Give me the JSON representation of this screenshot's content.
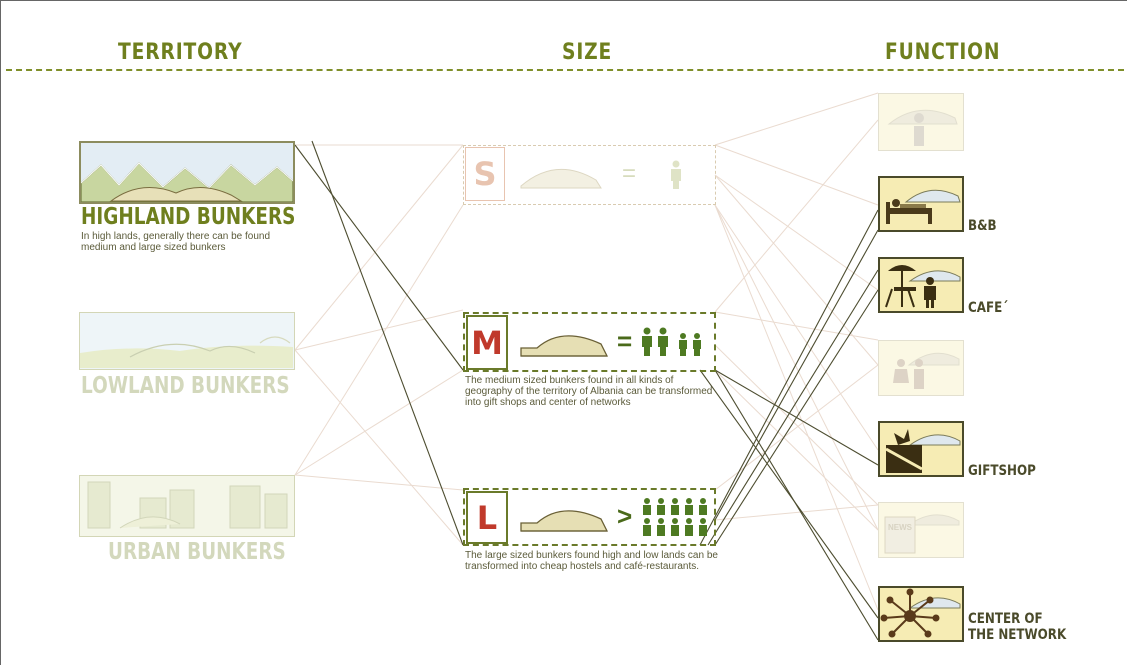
{
  "headers": {
    "territory": "TERRITORY",
    "size": "SIZE",
    "function": "FUNCTION"
  },
  "territory": {
    "highland": {
      "title": "HIGHLAND BUNKERS",
      "desc": "In high lands, generally there can be found medium and large sized bunkers"
    },
    "lowland": {
      "title": "LOWLAND BUNKERS"
    },
    "urban": {
      "title": "URBAN BUNKERS"
    }
  },
  "size": {
    "s": {
      "letter": "S",
      "op": "="
    },
    "m": {
      "letter": "M",
      "op": "=",
      "desc": "The medium sized bunkers found in all kinds of geography of the territory of Albania can be transformed into gift shops and center of networks"
    },
    "l": {
      "letter": "L",
      "op": ">",
      "desc": "The large sized bunkers found high and low lands  can be transformed into cheap hostels and café-restaurants."
    }
  },
  "function": {
    "bnb": "B&B",
    "cafe": "CAFE´",
    "giftshop": "GIFTSHOP",
    "center_line1": "CENTER OF",
    "center_line2": "THE NETWORK",
    "news_sign": "NEWS"
  },
  "colors": {
    "olive": "#6f7f1e",
    "red": "#c0392b",
    "faded": "#d8dcc0",
    "salmon": "#e8c4b0",
    "sand": "#f6ecb4"
  }
}
